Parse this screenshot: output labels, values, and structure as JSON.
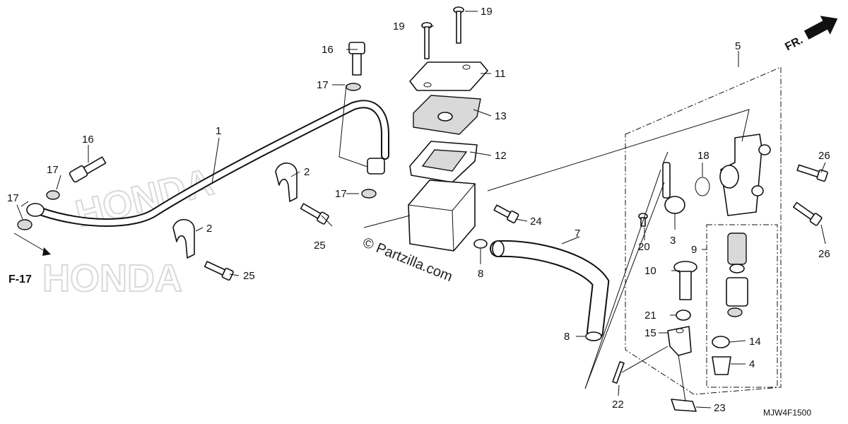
{
  "direction_label": "FR.",
  "reference_label": "F-17",
  "watermark_text": "© Partzilla.com",
  "diagram_code": "MJW4F1500",
  "callouts": [
    "1",
    "2",
    "2",
    "3",
    "4",
    "5",
    "7",
    "8",
    "8",
    "9",
    "10",
    "11",
    "12",
    "13",
    "14",
    "15",
    "16",
    "16",
    "17",
    "17",
    "17",
    "17",
    "18",
    "19",
    "19",
    "20",
    "21",
    "22",
    "23",
    "24",
    "25",
    "25",
    "26",
    "26"
  ],
  "colors": {
    "ink": "#111111",
    "background": "#ffffff"
  }
}
